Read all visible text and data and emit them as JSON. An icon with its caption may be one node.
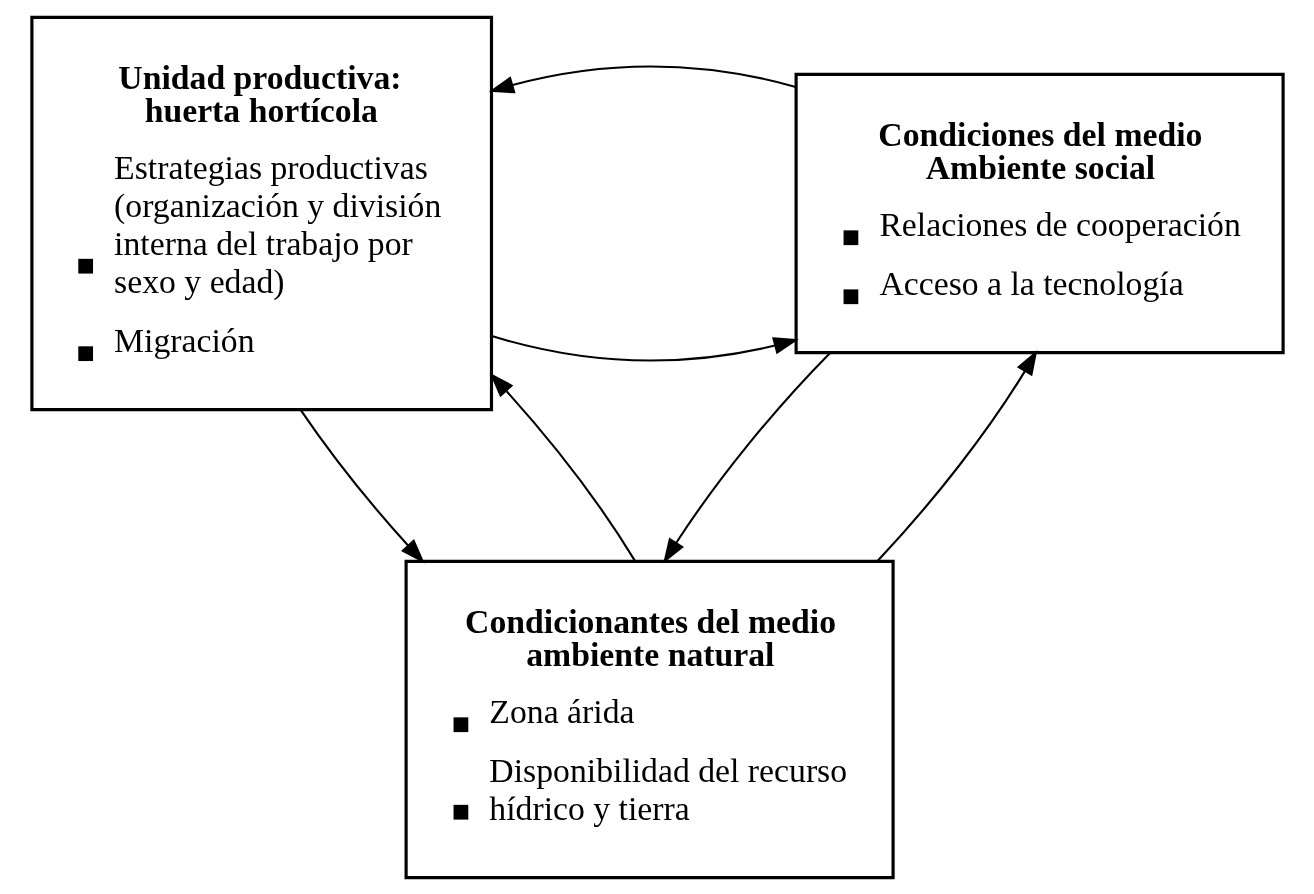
{
  "diagram": {
    "nodes": [
      {
        "text": [
          "Unidad productiva: huerta hortícola",
          "Estrategias productivas (organización y división interna del trabajo por sexo y edad)",
          "Migración"
        ]
      },
      {
        "text": [
          "Condiciones del medio Ambiente social",
          "Relaciones de cooperación",
          "Acceso a la tecnología"
        ]
      },
      {
        "text": [
          "Condicionantes del medio ambiente natural",
          "Zona árida",
          "Disponibilidad del recurso hídrico y tierra"
        ]
      }
    ],
    "edges": [
      {
        "from": 0,
        "to": 1,
        "arrow": "to"
      },
      {
        "from": 1,
        "to": 0,
        "arrow": "to"
      },
      {
        "from": 1,
        "to": 2,
        "arrow": "to"
      },
      {
        "from": 2,
        "to": 1,
        "arrow": "to"
      },
      {
        "from": 2,
        "to": 0,
        "arrow": "to"
      },
      {
        "from": 0,
        "to": 2,
        "arrow": "to"
      }
    ]
  }
}
